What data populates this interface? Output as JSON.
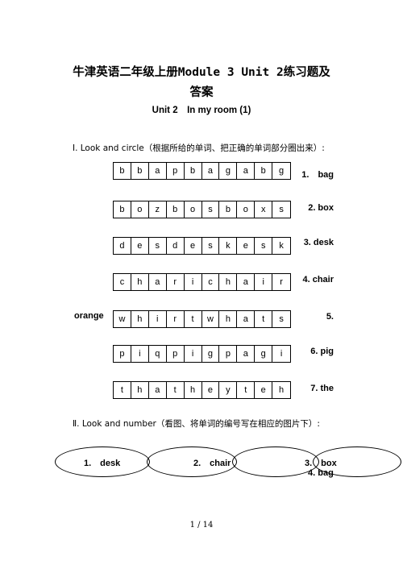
{
  "title_line1": "牛津英语二年级上册Module 3 Unit 2练习题及",
  "title_line2": "答案",
  "subtitle": "Unit 2　In my room (1)",
  "section1": "Ⅰ. Look and circle（根据所给的单词、把正确的单词部分圈出来）:",
  "grid": [
    {
      "letters": [
        "b",
        "b",
        "a",
        "p",
        "b",
        "a",
        "g",
        "a",
        "b",
        "g"
      ],
      "word": "1.　bag"
    },
    {
      "letters": [
        "b",
        "o",
        "z",
        "b",
        "o",
        "s",
        "b",
        "o",
        "x",
        "s"
      ],
      "word": "2. box"
    },
    {
      "letters": [
        "d",
        "e",
        "s",
        "d",
        "e",
        "s",
        "k",
        "e",
        "s",
        "k"
      ],
      "word": "3. desk"
    },
    {
      "letters": [
        "c",
        "h",
        "a",
        "r",
        "i",
        "c",
        "h",
        "a",
        "i",
        "r"
      ],
      "word": "4. chair"
    },
    {
      "letters": [
        "w",
        "h",
        "i",
        "r",
        "t",
        "w",
        "h",
        "a",
        "t",
        "s"
      ],
      "word": "5."
    },
    {
      "letters": [
        "p",
        "i",
        "q",
        "p",
        "i",
        "g",
        "p",
        "a",
        "g",
        "i"
      ],
      "word": "6. pig"
    },
    {
      "letters": [
        "t",
        "h",
        "a",
        "t",
        "h",
        "e",
        "y",
        "t",
        "e",
        "h"
      ],
      "word": "7. the"
    }
  ],
  "orange_label": "orange",
  "section2": "Ⅱ. Look and number（看图、将单词的编号写在相应的图片下）:",
  "ovals": {
    "item1": "1.　desk",
    "item2": "2.　chair",
    "item3": "3.　box",
    "item4": "4. bag"
  },
  "footer": "1 / 14"
}
